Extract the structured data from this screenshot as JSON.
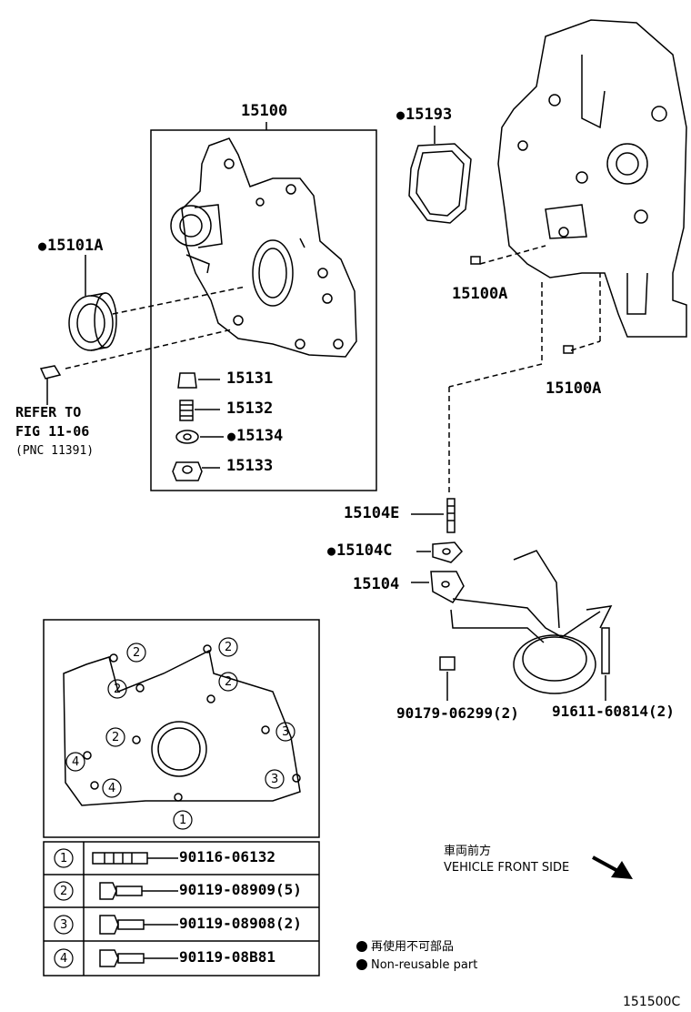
{
  "parts": {
    "p15100": "15100",
    "p15193": "15193",
    "p15101A": "15101A",
    "p15100A_1": "15100A",
    "p15100A_2": "15100A",
    "p15131": "15131",
    "p15132": "15132",
    "p15134": "15134",
    "p15133": "15133",
    "p15104E": "15104E",
    "p15104C": "15104C",
    "p15104": "15104",
    "p90179": "90179-06299(2)",
    "p91611": "91611-60814(2)"
  },
  "refer": {
    "line1": "REFER TO",
    "line2": "FIG 11-06",
    "line3": "(PNC 11391)"
  },
  "bolt_table": {
    "diagram_labels": [
      "1",
      "2",
      "3",
      "4"
    ],
    "rows": [
      {
        "num": "1",
        "part": "90116-06132"
      },
      {
        "num": "2",
        "part": "90119-08909(5)"
      },
      {
        "num": "3",
        "part": "90119-08908(2)"
      },
      {
        "num": "4",
        "part": "90119-08B81"
      }
    ]
  },
  "direction": {
    "jp": "車両前方",
    "en": "VEHICLE FRONT SIDE"
  },
  "legend": {
    "jp": "再使用不可部品",
    "en": "Non-reusable part"
  },
  "figure_code": "151500C"
}
